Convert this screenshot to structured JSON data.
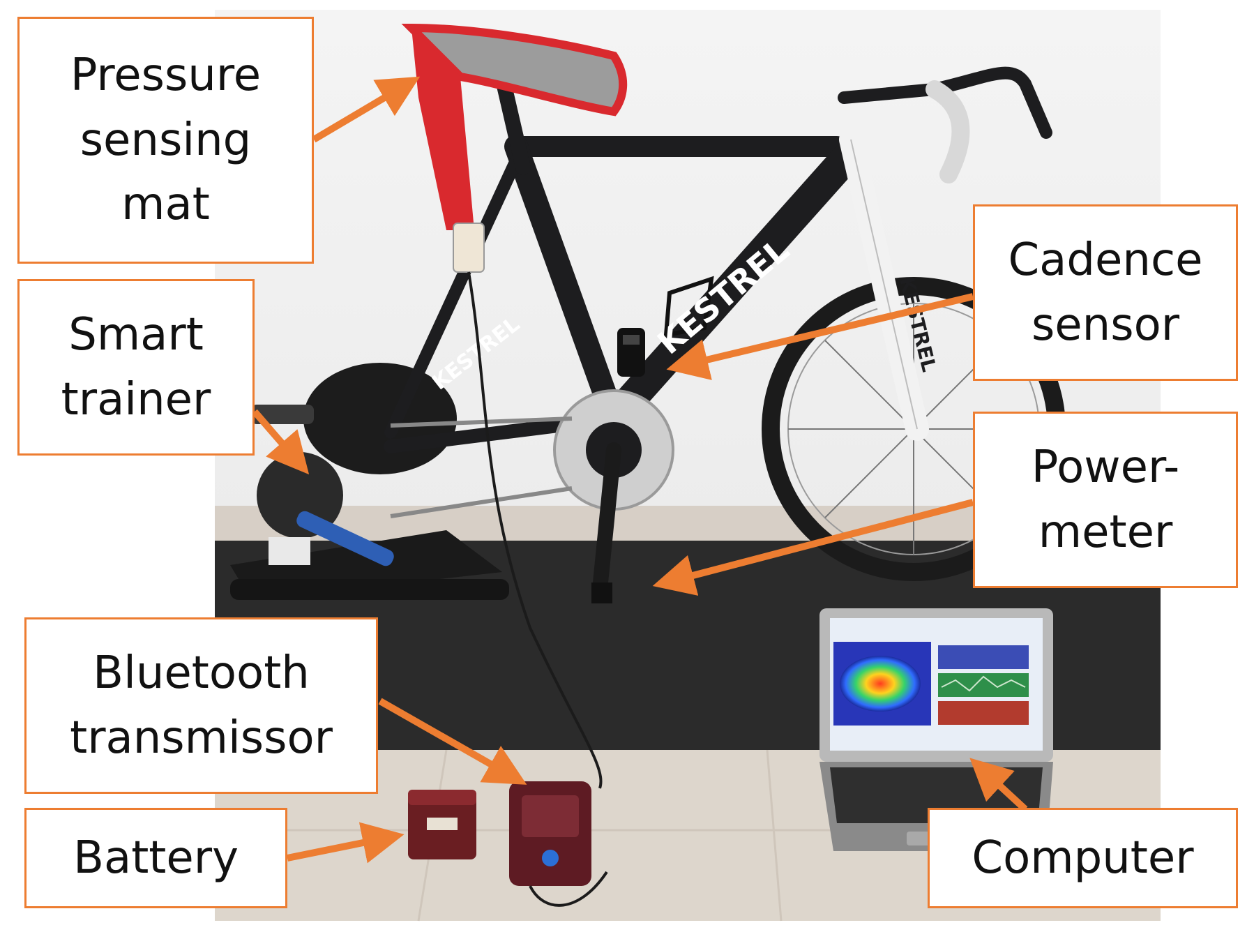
{
  "labels": {
    "pressure_mat": "Pressure\nsensing\nmat",
    "smart_trainer": "Smart\ntrainer",
    "cadence_sensor": "Cadence\nsensor",
    "power_meter": "Power-\nmeter",
    "bluetooth_transmitter": "Bluetooth\ntransmissor",
    "battery": "Battery",
    "computer": "Computer"
  },
  "bike_branding": {
    "frame_text": "KESTREL"
  },
  "colors": {
    "accent_orange": "#ed7d31",
    "wall": "#f1f1f1",
    "floor_tile": "#dcd5cc",
    "mat": "#2a2a2a",
    "frame_dark": "#1d1d1f",
    "frame_white": "#f2f2f2",
    "saddle_red": "#d9292e",
    "device_maroon": "#6a1e22"
  },
  "icons": [
    "bicycle-icon",
    "smart-trainer-icon",
    "laptop-icon",
    "battery-icon",
    "transmitter-icon",
    "pressure-mat-icon",
    "cadence-sensor-icon",
    "power-meter-icon"
  ]
}
